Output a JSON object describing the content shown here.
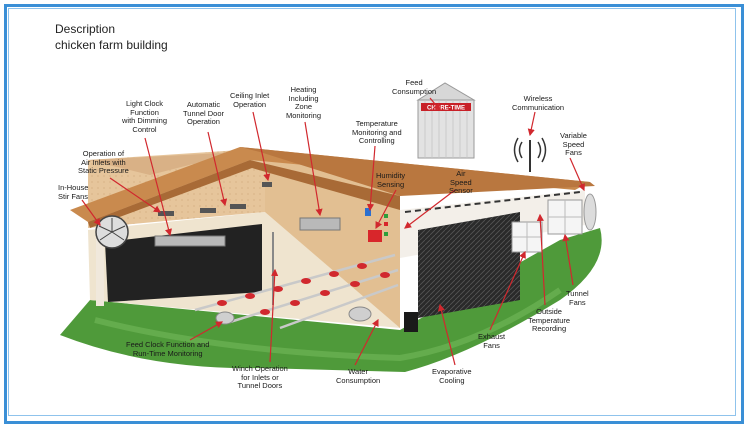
{
  "header": {
    "title": "Description",
    "subtitle": "chicken farm building"
  },
  "silo_brand": "CHORE-TIME",
  "labels": {
    "in_house_stir_fans": [
      "In-House",
      "Stir Fans"
    ],
    "air_inlets": [
      "Operation of",
      "Air Inlets with",
      "Static Pressure"
    ],
    "light_clock": [
      "Light Clock",
      "Function",
      "with Dimming",
      "Control"
    ],
    "tunnel_door": [
      "Automatic",
      "Tunnel Door",
      "Operation"
    ],
    "ceiling_inlet": [
      "Ceiling Inlet",
      "Operation"
    ],
    "heating": [
      "Heating",
      "Including",
      "Zone",
      "Monitoring"
    ],
    "temperature_monitoring": [
      "Temperature",
      "Monitoring and",
      "Controlling"
    ],
    "feed_consumption": [
      "Feed",
      "Consumption"
    ],
    "wireless": [
      "Wireless",
      "Communication"
    ],
    "variable_speed_fans": [
      "Variable",
      "Speed",
      "Fans"
    ],
    "humidity": [
      "Humidity",
      "Sensing"
    ],
    "air_speed": [
      "Air",
      "Speed",
      "Sensor"
    ],
    "tunnel_fans": [
      "Tunnel",
      "Fans"
    ],
    "outside_temperature": [
      "Outside",
      "Temperature",
      "Recording"
    ],
    "exhaust_fans": [
      "Exhaust",
      "Fans"
    ],
    "evaporative_cooling": [
      "Evaporative",
      "Cooling"
    ],
    "water_consumption": [
      "Water",
      "Consumption"
    ],
    "winch_operation": [
      "Winch Operation",
      "for Inlets or",
      "Tunnel Doors"
    ],
    "feed_clock": [
      "Feed Clock Function and",
      "Run-Time Monitoring"
    ]
  },
  "colors": {
    "border": "#3a8fd6",
    "roof": "#c98a4e",
    "wall": "#e8c9a0",
    "floor": "#efe4cf",
    "grass": "#4f9a3a",
    "arrow": "#d1282e",
    "panel_dark": "#1f1f1f"
  }
}
